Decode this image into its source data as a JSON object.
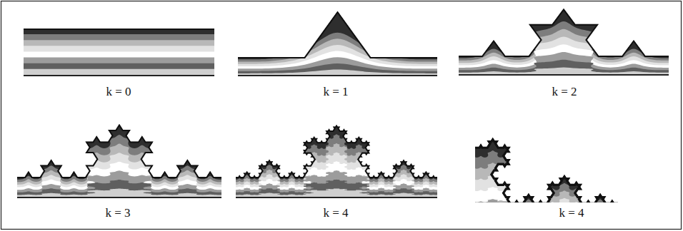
{
  "diagram": {
    "labels": [
      "k = 0",
      "k = 1",
      "k = 2",
      "k = 3",
      "k = 4",
      "k = 4"
    ]
  }
}
